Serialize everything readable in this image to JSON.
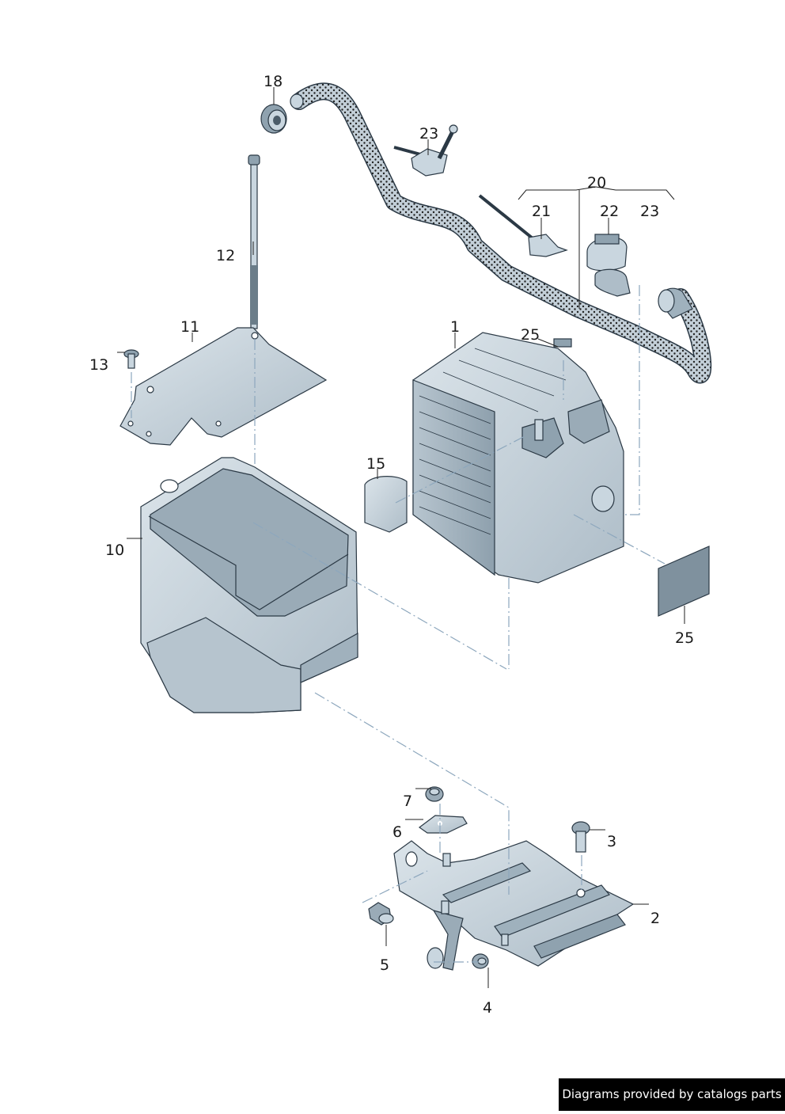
{
  "diagram": {
    "callouts": {
      "c1": "1",
      "c2": "2",
      "c3": "3",
      "c4": "4",
      "c5": "5",
      "c6": "6",
      "c7": "7",
      "c10": "10",
      "c11": "11",
      "c12": "12",
      "c13": "13",
      "c15": "15",
      "c18": "18",
      "c20": "20",
      "c21": "21",
      "c22": "22",
      "c23a": "23",
      "c23b": "23",
      "c25a": "25",
      "c25b": "25"
    },
    "colors": {
      "part_fill": "#c9d6df",
      "part_dark": "#8fa2af",
      "hose": "#b9c6cf",
      "dash": "#8da7bd"
    }
  },
  "credit": "Diagrams provided by catalogs parts"
}
